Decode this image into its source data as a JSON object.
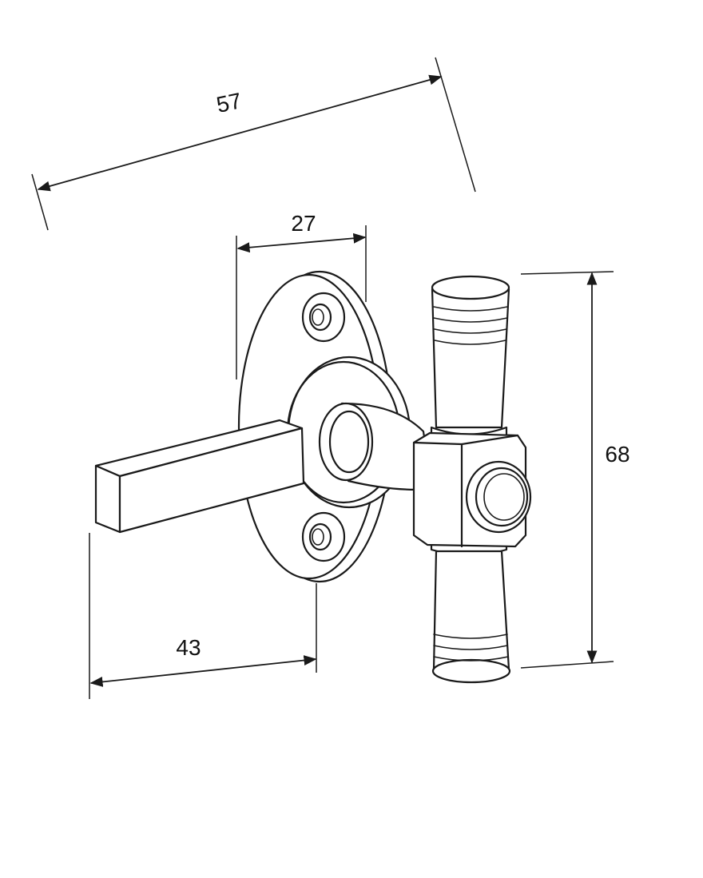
{
  "dimensions": {
    "overall_width": "57",
    "plate_width": "27",
    "lever_length": "43",
    "total_height": "68"
  }
}
